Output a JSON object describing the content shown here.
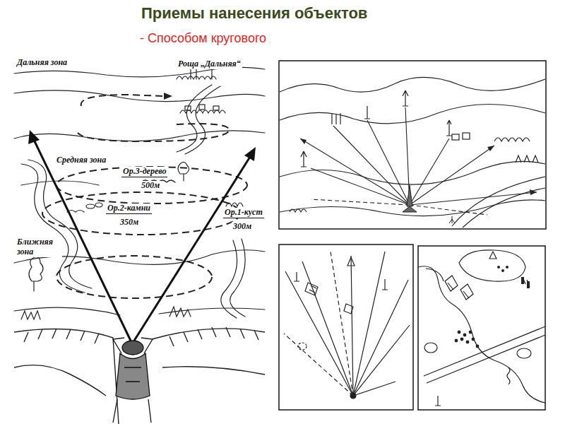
{
  "diagram": {
    "title": "Приемы нанесения объектов",
    "labels": [
      "- Способом кругового",
      "Дальняя зона",
      "Роща „Дальняя“",
      "Средняя зона",
      "Ор.3-дерево",
      "500м",
      "Ор.2-камни",
      "350м",
      "Ор.1-куст",
      "300м",
      "Ближняя зона"
    ]
  }
}
